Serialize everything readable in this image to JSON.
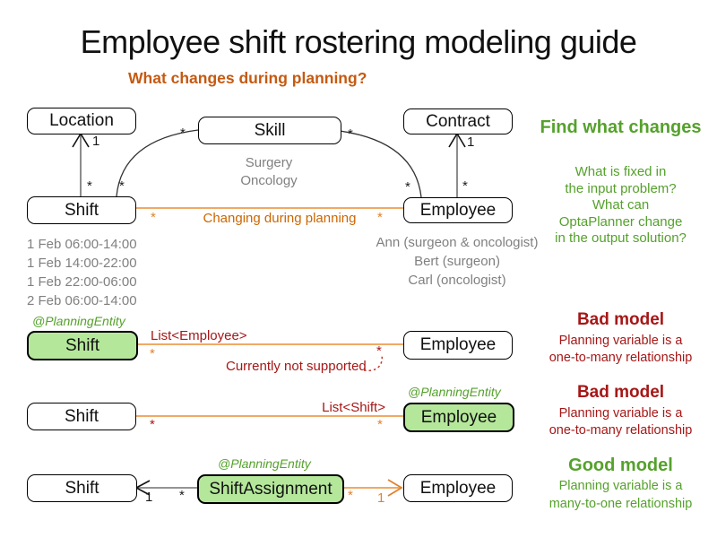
{
  "title": "Employee shift rostering modeling guide",
  "subtitle": "What changes during planning?",
  "sym": {
    "star": "*",
    "one": "1"
  },
  "colors": {
    "orange_heading": "#C55A11",
    "orange_text": "#CC6600",
    "orange_line": "#F0A964",
    "orange_star": "#E2812D",
    "dark_red": "#A61717",
    "green_text": "#55A12C",
    "green_fill": "#B5E79B",
    "gray_text": "#808080"
  },
  "top": {
    "location": "Location",
    "skill": "Skill",
    "contract": "Contract",
    "shift": "Shift",
    "employee": "Employee",
    "skill_examples": [
      "Surgery",
      "Oncology"
    ],
    "changing_label": "Changing during planning",
    "shift_times": [
      "1 Feb 06:00-14:00",
      "1 Feb 14:00-22:00",
      "1 Feb 22:00-06:00",
      "2 Feb 06:00-14:00"
    ],
    "employees": [
      "Ann (surgeon & oncologist)",
      "Bert (surgeon)",
      "Carl (oncologist)"
    ]
  },
  "find_what": {
    "heading": "Find what changes",
    "lines": [
      "What is fixed in",
      "the input problem?",
      "What can",
      "OptaPlanner change",
      "in the output solution?"
    ]
  },
  "rows": [
    {
      "annotation": "@PlanningEntity",
      "left": "Shift",
      "right": "Employee",
      "label": "List<Employee>",
      "note": "Currently not supported",
      "verdict": "Bad model",
      "desc": [
        "Planning variable is a",
        "one-to-many relationship"
      ]
    },
    {
      "annotation": "@PlanningEntity",
      "left": "Shift",
      "right": "Employee",
      "label": "List<Shift>",
      "verdict": "Bad model",
      "desc": [
        "Planning variable is a",
        "one-to-many relationship"
      ]
    },
    {
      "annotation": "@PlanningEntity",
      "left": "Shift",
      "mid": "ShiftAssignment",
      "right": "Employee",
      "verdict": "Good model",
      "desc": [
        "Planning variable is a",
        "many-to-one relationship"
      ]
    }
  ]
}
